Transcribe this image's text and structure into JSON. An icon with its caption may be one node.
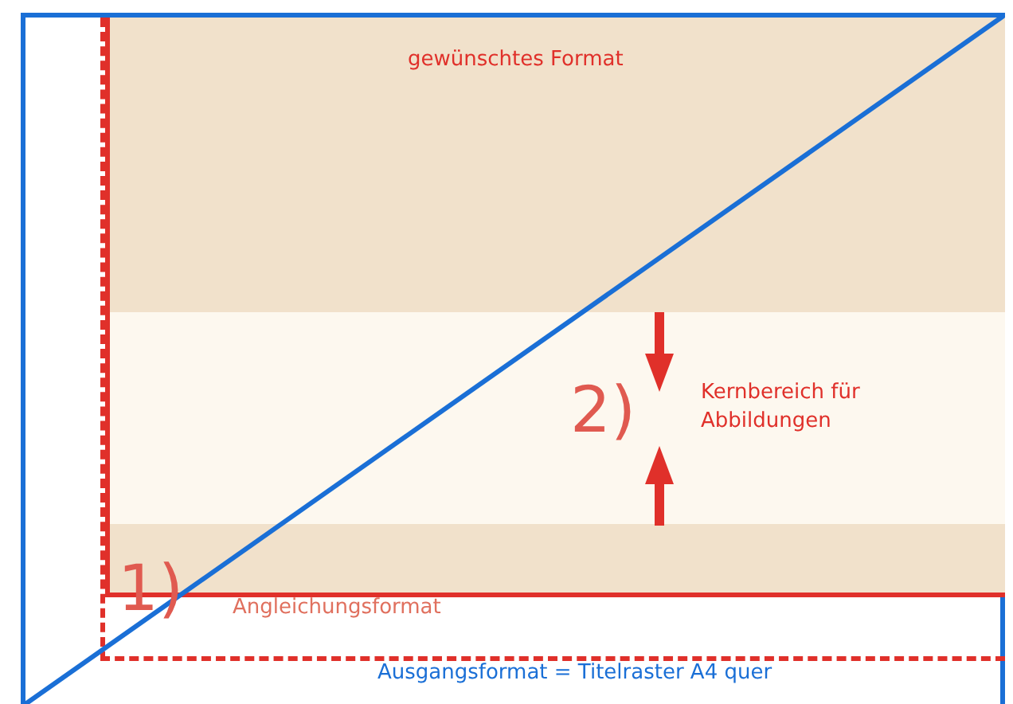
{
  "diagram": {
    "nodes": [
      {
        "text": [
          "Ausgangsformat = Titelraster A4 quer"
        ]
      },
      {
        "text": [
          "Angleichungsformat"
        ],
        "in": 0
      },
      {
        "text": [
          "gewünschtes Format"
        ],
        "in": 1
      },
      {
        "text": [
          "Kernbereich für Abbildungen"
        ],
        "in": 2
      }
    ],
    "labels": [
      "1)",
      "2)"
    ]
  }
}
